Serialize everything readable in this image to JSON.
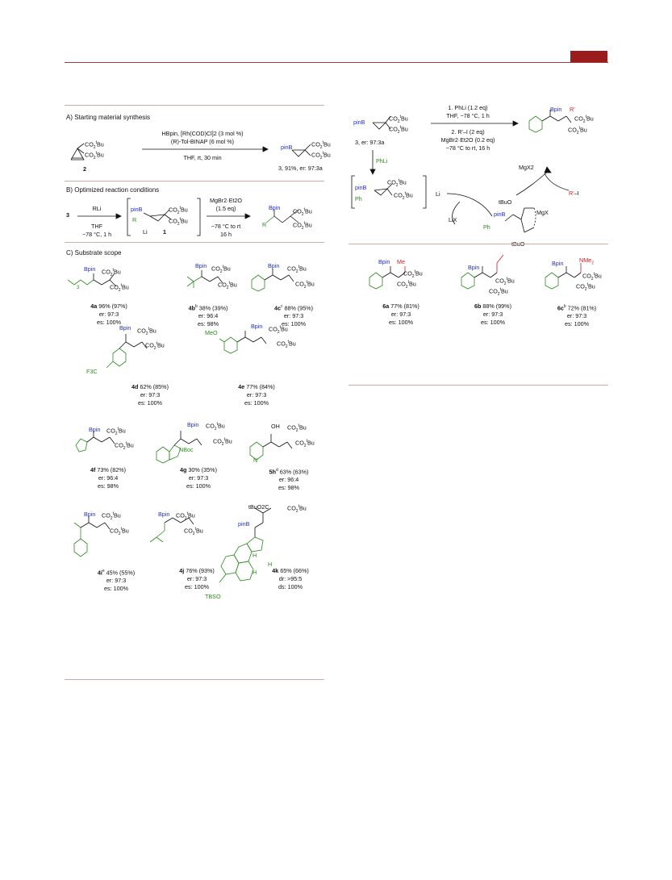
{
  "sections": {
    "a": "A) Starting material synthesis",
    "b": "B) Optimized reaction conditions",
    "c": "C) Substrate scope"
  },
  "scheme_a": {
    "reagent_line1": "HBpin, [Rh(COD)Cl]2 (3 mol %)",
    "reagent_line2": "(R)-Tol-BINAP (6 mol %)",
    "conditions": "THF, rt, 30 min",
    "start_label": "2",
    "product_label": "3, 91%, er: 97:3a",
    "sub_co2tbu": "CO2tBu",
    "pinb": "pinB"
  },
  "scheme_b": {
    "start": "3",
    "reagent": "RLi",
    "cond1": "THF",
    "cond2": "−78 °C, 1 h",
    "intermediate": "1",
    "li": "Li",
    "r": "R",
    "reagent2_1": "MgBr2·Et2O",
    "reagent2_2": "(1.5 eq)",
    "cond2_1": "−78 °C to rt",
    "cond2_2": "16 h"
  },
  "scope": [
    {
      "id": "4a",
      "yield": "96% (97%)",
      "line2": "er: 97:3",
      "line3": "es: 100%"
    },
    {
      "id": "4b",
      "sup": "b",
      "yield": "38% (39%)",
      "line2": "er: 96:4",
      "line3": "es: 98%"
    },
    {
      "id": "4c",
      "sup": "c",
      "yield": "88% (95%)",
      "line2": "er: 97:3",
      "line3": "es: 100%"
    },
    {
      "id": "4d",
      "yield": "62% (85%)",
      "line2": "er: 97:3",
      "line3": "es: 100%"
    },
    {
      "id": "4e",
      "yield": "77% (84%)",
      "line2": "er: 97:3",
      "line3": "es: 100%"
    },
    {
      "id": "4f",
      "yield": "73% (82%)",
      "line2": "er: 96:4",
      "line3": "es: 98%"
    },
    {
      "id": "4g",
      "yield": "30% (35%)",
      "line2": "er: 97:3",
      "line3": "es: 100%"
    },
    {
      "id": "5h",
      "sup": "d",
      "yield": "63% (63%)",
      "line2": "er: 96:4",
      "line3": "es: 98%"
    },
    {
      "id": "4i",
      "sup": "e",
      "yield": "45% (55%)",
      "line2": "er: 97:3",
      "line3": "es: 100%"
    },
    {
      "id": "4j",
      "yield": "76% (93%)",
      "line2": "er: 97:3",
      "line3": "es: 100%"
    },
    {
      "id": "4k",
      "yield": "65% (66%)",
      "line2": "dr: >95:5",
      "line3": "ds: 100%"
    }
  ],
  "scope_labels": {
    "bpin": "Bpin",
    "oh": "OH",
    "co2tbu": "CO2tBu",
    "f3c": "F3C",
    "meo": "MeO",
    "nboc": "NBoc",
    "n": "N",
    "tbso": "TBSO",
    "h": "H",
    "n3": "3",
    "tbuo2c": "tBuO2C",
    "pinb": "pinB"
  },
  "right_scheme": {
    "step1": "1. PhLi (1.2 eq)",
    "step1b": "THF, −78 °C, 1 h",
    "step2": "2. R'–I (2 eq)",
    "step2b": "MgBr2·Et2O (0.2 eq)",
    "step2c": "−78 °C to rt, 16 h",
    "start_label": "3, er: 97:3a",
    "phli": "PhLi",
    "mgx2": "MgX2",
    "ri": "R'–I",
    "lix": "LiX",
    "mgx": "MgX",
    "tbuo": "tBuO",
    "ph": "Ph",
    "rprime": "R'",
    "pinb": "pinB",
    "li": "Li"
  },
  "products_right": [
    {
      "id": "6a",
      "yield": "77% (81%)",
      "line2": "er: 97:3",
      "line3": "es: 100%",
      "sub": "Me"
    },
    {
      "id": "6b",
      "yield": "88% (99%)",
      "line2": "er: 97:3",
      "line3": "es: 100%",
      "sub": ""
    },
    {
      "id": "6c",
      "sup": "b",
      "yield": "72% (81%)",
      "line2": "er: 97:3",
      "line3": "es: 100%",
      "sub": "NMe2"
    }
  ],
  "colors": {
    "rule": "#a23b3b",
    "tab": "#9b1c1c",
    "blue": "#1f2bd1",
    "red": "#d41a1a",
    "green": "#2a8a1c"
  }
}
